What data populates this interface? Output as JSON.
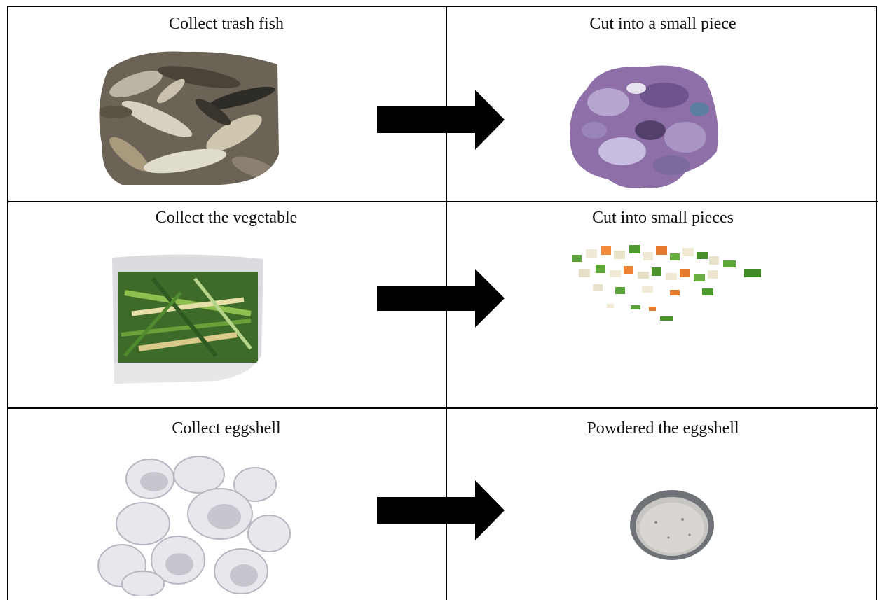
{
  "rows": [
    {
      "left_label": "Collect trash fish",
      "right_label": "Cut into a small piece"
    },
    {
      "left_label": "Collect the vegetable",
      "right_label": "Cut into small pieces"
    },
    {
      "left_label": "Collect eggshell",
      "right_label": "Powdered the eggshell"
    }
  ],
  "icons": {
    "arrow": "right-arrow-icon"
  },
  "colors": {
    "border": "#000000",
    "arrow": "#000000"
  }
}
